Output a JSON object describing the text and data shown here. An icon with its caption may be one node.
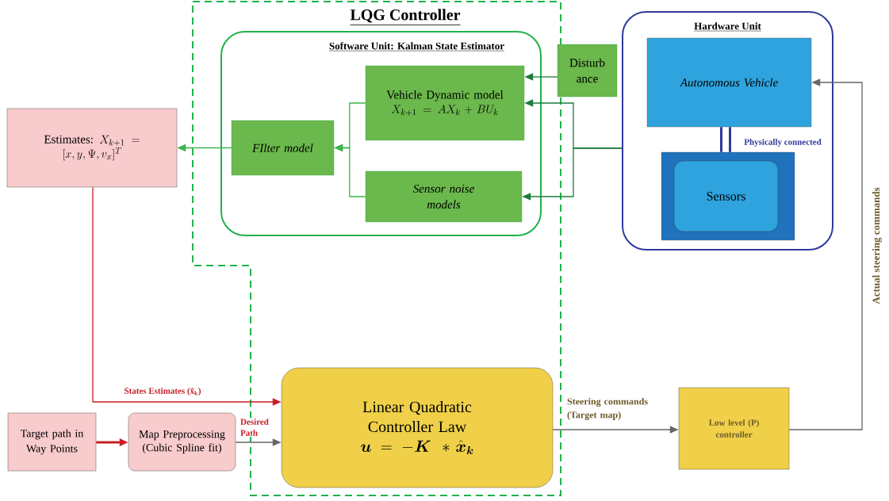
{
  "diagram": {
    "nodes": [
      {
        "text": [
          "LQG Controller"
        ]
      },
      {
        "text": [
          "Software Unit: Kalman State Estimator"
        ],
        "in": 0
      },
      {
        "text": [
          "Vehicle Dynamic model",
          "X_{k+1}=AX_{k}+BU_{k}"
        ],
        "in": 1
      },
      {
        "text": [
          "FIlter model"
        ],
        "in": 1
      },
      {
        "text": [
          "Sensor noise models"
        ],
        "in": 1
      },
      {
        "text": [
          "Disturb ance"
        ]
      },
      {
        "text": [
          "Hardware Unit"
        ]
      },
      {
        "text": [
          "Autonomous Vehicle"
        ],
        "in": 6
      },
      {
        "text": [],
        "shape": "box",
        "in": 6
      },
      {
        "text": [
          "Sensors"
        ],
        "in": 8
      },
      {
        "text": [
          "Estimates:",
          "X_{k+1}=[x,y,\\Psi,v_{x}]^{T}"
        ]
      },
      {
        "text": [
          "Linear Quadratic Controller Law",
          "\\boldsymbol{u}=-\\boldsymbol{K}\\ *\\hat{\\boldsymbol{x}}_{\\boldsymbol{k}}"
        ],
        "in": 0
      },
      {
        "text": [
          "Target path in Way Points"
        ]
      },
      {
        "text": [
          "Map Preprocessing (Cubic Spline fit)"
        ]
      },
      {
        "text": [
          "Low level (P) controller"
        ]
      }
    ],
    "edges": [
      {
        "from": 3,
        "to": 10,
        "arrow": "to",
        "color": "#3cb44a"
      },
      {
        "from": 2,
        "to": 3,
        "arrow": "to",
        "color": "#3cb44a"
      },
      {
        "from": 4,
        "to": 3,
        "arrow": "to",
        "color": "#3cb44a"
      },
      {
        "from": 5,
        "to": 2,
        "arrow": "to",
        "color": "#1e7b3c"
      },
      {
        "from": 6,
        "to": 2,
        "arrow": "to",
        "color": "#1e7b3c"
      },
      {
        "from": 6,
        "to": 4,
        "arrow": "to",
        "color": "#1e7b3c"
      },
      {
        "from": 7,
        "to": 8,
        "arrow": "none",
        "label": "Physically connected",
        "style": "thick",
        "color": "#2e3a9e"
      },
      {
        "from": 10,
        "to": 11,
        "arrow": "to",
        "label": "States Estimates (x̂$_{k}$)",
        "color": "#c81e28"
      },
      {
        "from": 12,
        "to": 13,
        "arrow": "to",
        "style": "thick",
        "color": "#c81e28"
      },
      {
        "from": 13,
        "to": 11,
        "arrow": "to",
        "label": "Desired Path",
        "color": "#666666"
      },
      {
        "from": 11,
        "to": 14,
        "arrow": "to",
        "label": "Steering commands (Target map)",
        "color": "#666666"
      },
      {
        "from": 14,
        "to": 7,
        "arrow": "to",
        "label": "Actual steering commands",
        "color": "#666666"
      }
    ]
  }
}
